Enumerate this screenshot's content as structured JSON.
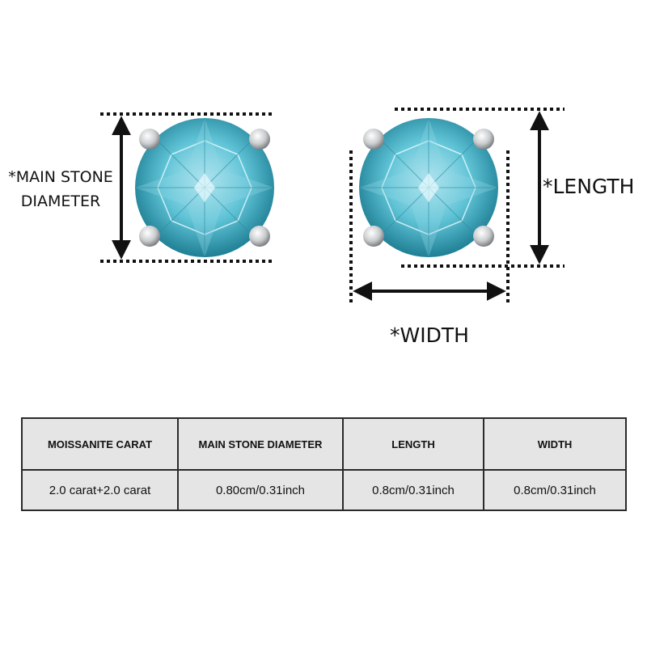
{
  "labels": {
    "main_stone_line1": "*MAIN STONE",
    "main_stone_line2": "DIAMETER",
    "length": "*LENGTH",
    "width": "*WIDTH"
  },
  "table": {
    "headers": [
      "MOISSANITE CARAT",
      "MAIN STONE DIAMETER",
      "LENGTH",
      "WIDTH"
    ],
    "rows": [
      [
        "2.0 carat+2.0 carat",
        "0.80cm/0.31inch",
        "0.8cm/0.31inch",
        "0.8cm/0.31inch"
      ]
    ]
  },
  "colors": {
    "gem_light": "#bfeaf2",
    "gem_mid": "#5fc3d6",
    "gem_dark": "#1f7f94",
    "prong": "#d6d8da",
    "table_fill": "#e5e5e5",
    "line": "#111111"
  }
}
